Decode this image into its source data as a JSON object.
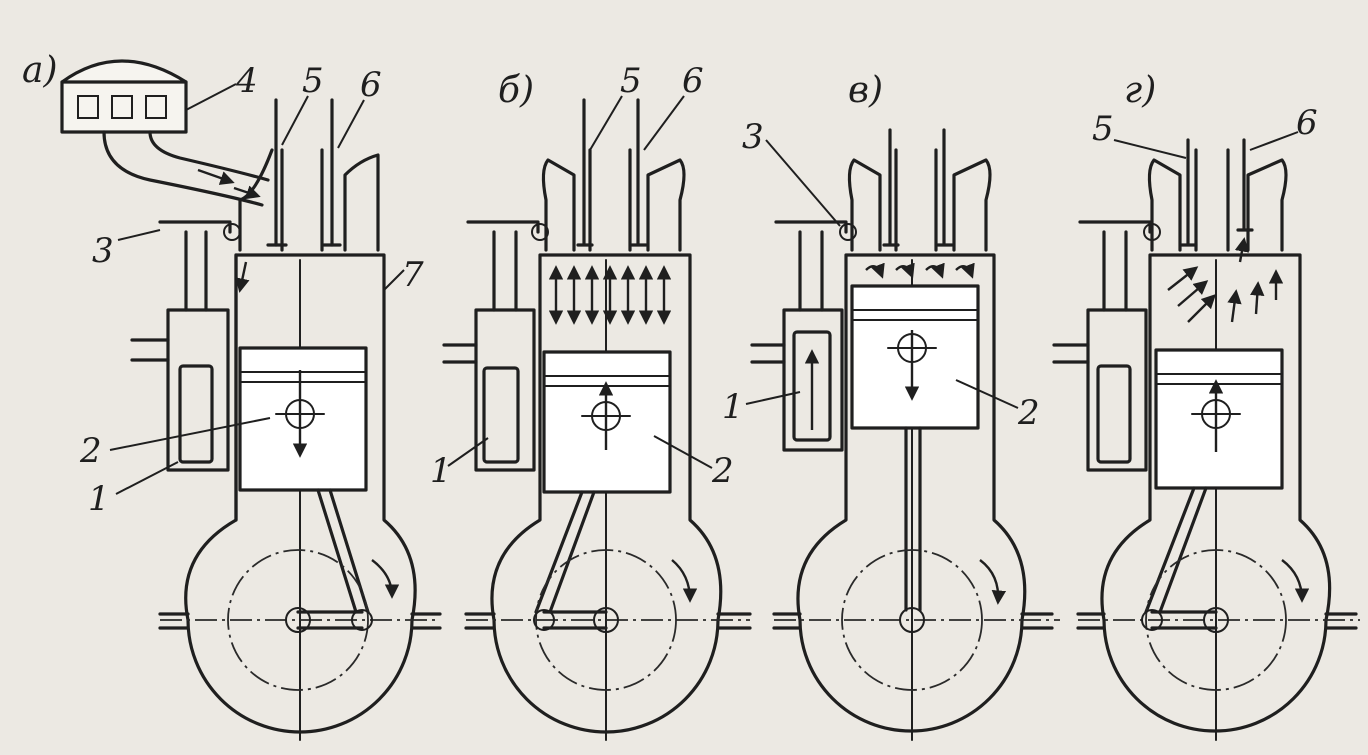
{
  "panels": [
    {
      "id": "a",
      "letter": "а)",
      "labels": {
        "n1": "1",
        "n2": "2",
        "n3": "3",
        "n4": "4",
        "n5": "5",
        "n6": "6",
        "n7": "7"
      }
    },
    {
      "id": "b",
      "letter": "б)",
      "labels": {
        "n1": "1",
        "n2": "2",
        "n5": "5",
        "n6": "6"
      }
    },
    {
      "id": "v",
      "letter": "в)",
      "labels": {
        "n1": "1",
        "n2": "2",
        "n3": "3"
      }
    },
    {
      "id": "g",
      "letter": "г)",
      "labels": {
        "n5": "5",
        "n6": "6"
      }
    }
  ]
}
